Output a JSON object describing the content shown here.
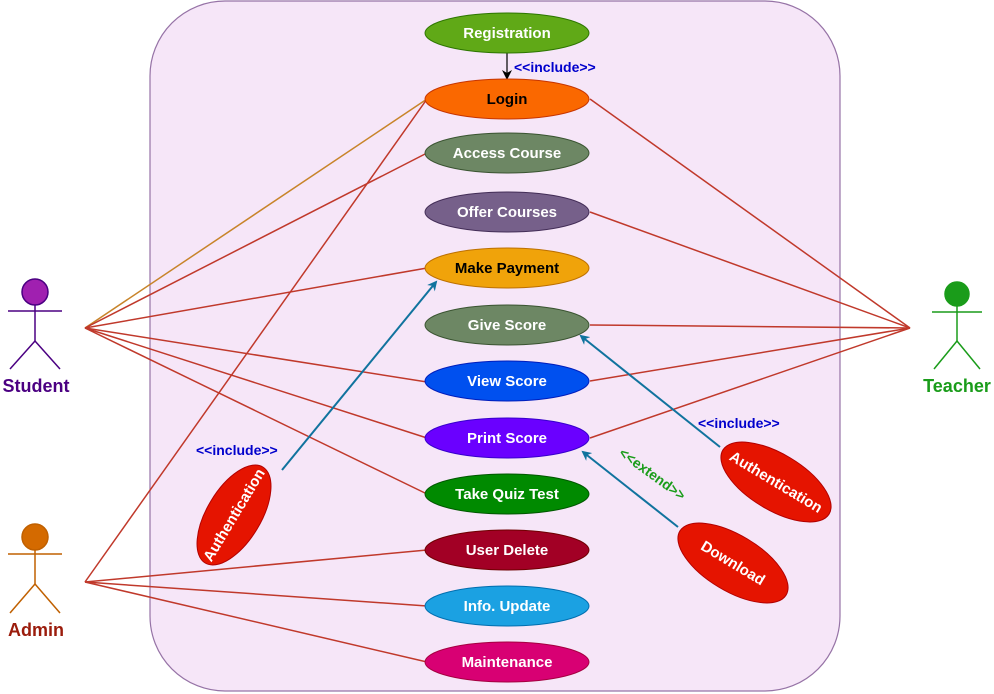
{
  "actors": {
    "student": {
      "label": "Student",
      "color": "#6a1b9a"
    },
    "teacher": {
      "label": "Teacher",
      "color": "#1a9c1a"
    },
    "admin": {
      "label": "Admin",
      "color": "#9b1c0c"
    }
  },
  "use_cases": {
    "registration": {
      "label": "Registration",
      "fill": "#60a917"
    },
    "login": {
      "label": "Login",
      "fill": "#fa6800"
    },
    "access_course": {
      "label": "Access Course",
      "fill": "#6d8764"
    },
    "offer_courses": {
      "label": "Offer Courses",
      "fill": "#76608a"
    },
    "make_payment": {
      "label": "Make Payment",
      "fill": "#f0a30a"
    },
    "give_score": {
      "label": "Give Score",
      "fill": "#6d8764"
    },
    "view_score": {
      "label": "View Score",
      "fill": "#0050ef"
    },
    "print_score": {
      "label": "Print Score",
      "fill": "#6a00ff"
    },
    "take_quiz": {
      "label": "Take Quiz Test",
      "fill": "#008a00"
    },
    "user_delete": {
      "label": "User Delete",
      "fill": "#a20025"
    },
    "info_update": {
      "label": "Info. Update",
      "fill": "#1ba1e2"
    },
    "maintenance": {
      "label": "Maintenance",
      "fill": "#d80073"
    },
    "auth_left": {
      "label": "Authentication",
      "fill": "#e51400"
    },
    "auth_right": {
      "label": "Authentication",
      "fill": "#e51400"
    },
    "download": {
      "label": "Download",
      "fill": "#e51400"
    }
  },
  "relations": {
    "include_login": {
      "label": "<<include>>"
    },
    "include_auth_left": {
      "label": "<<include>>"
    },
    "include_auth_right": {
      "label": "<<include>>"
    },
    "extend_download": {
      "label": "<<extend>>"
    }
  },
  "colors": {
    "system_fill": "#f6e6f8",
    "system_stroke": "#9673a6",
    "association": "#c0392b",
    "dependency": "#10739e",
    "include_text": "#0000cc",
    "extend_text": "#1a9c1a"
  }
}
